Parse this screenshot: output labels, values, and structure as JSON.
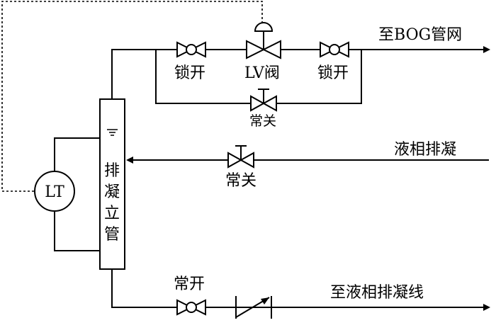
{
  "labels": {
    "bog_outlet": "至BOG管网",
    "lock_open_left": "锁开",
    "lv_valve": "LV阀",
    "lock_open_right": "锁开",
    "normally_closed_bypass": "常关",
    "liquid_drain_inlet": "液相排凝",
    "normally_closed_inlet": "常关",
    "level_transmitter": "LT",
    "drain_column_chars": [
      "排",
      "凝",
      "立",
      "管"
    ],
    "normally_open_bottom": "常开",
    "liquid_drain_outlet": "至液相排凝线"
  }
}
